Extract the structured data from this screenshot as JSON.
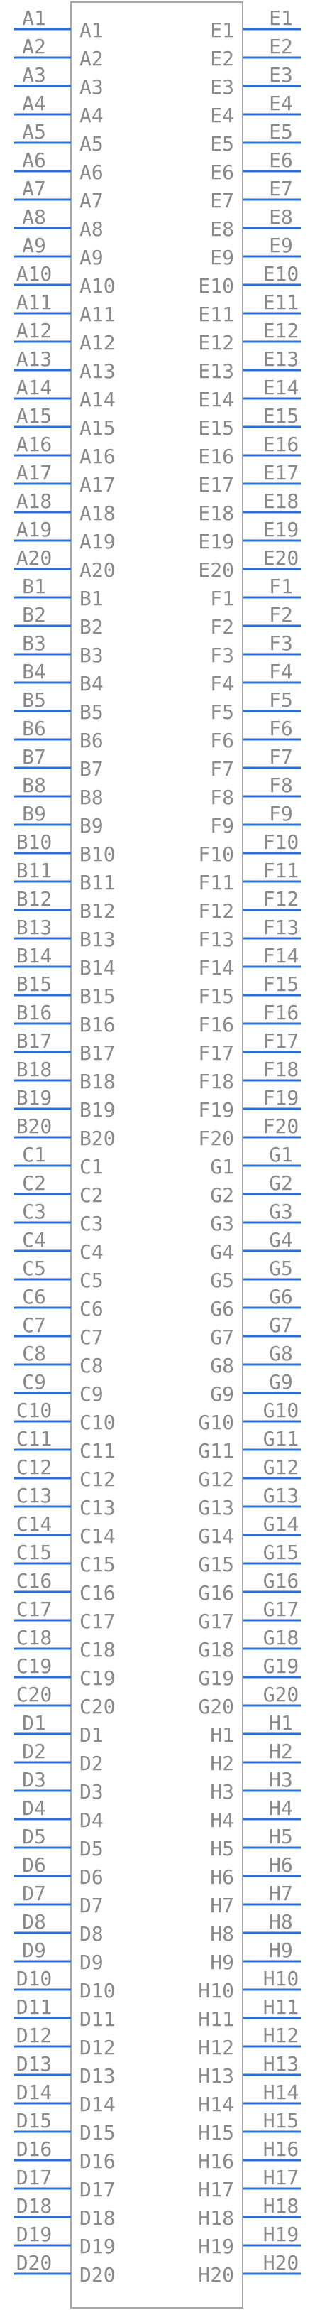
{
  "component": {
    "body_stroke_color": "#a8a8a8",
    "pin_line_color": "#2a6fdb",
    "label_color": "#8a8a8a",
    "left_pins": [
      "A1",
      "A2",
      "A3",
      "A4",
      "A5",
      "A6",
      "A7",
      "A8",
      "A9",
      "A10",
      "A11",
      "A12",
      "A13",
      "A14",
      "A15",
      "A16",
      "A17",
      "A18",
      "A19",
      "A20",
      "B1",
      "B2",
      "B3",
      "B4",
      "B5",
      "B6",
      "B7",
      "B8",
      "B9",
      "B10",
      "B11",
      "B12",
      "B13",
      "B14",
      "B15",
      "B16",
      "B17",
      "B18",
      "B19",
      "B20",
      "C1",
      "C2",
      "C3",
      "C4",
      "C5",
      "C6",
      "C7",
      "C8",
      "C9",
      "C10",
      "C11",
      "C12",
      "C13",
      "C14",
      "C15",
      "C16",
      "C17",
      "C18",
      "C19",
      "C20",
      "D1",
      "D2",
      "D3",
      "D4",
      "D5",
      "D6",
      "D7",
      "D8",
      "D9",
      "D10",
      "D11",
      "D12",
      "D13",
      "D14",
      "D15",
      "D16",
      "D17",
      "D18",
      "D19",
      "D20"
    ],
    "right_pins": [
      "E1",
      "E2",
      "E3",
      "E4",
      "E5",
      "E6",
      "E7",
      "E8",
      "E9",
      "E10",
      "E11",
      "E12",
      "E13",
      "E14",
      "E15",
      "E16",
      "E17",
      "E18",
      "E19",
      "E20",
      "F1",
      "F2",
      "F3",
      "F4",
      "F5",
      "F6",
      "F7",
      "F8",
      "F9",
      "F10",
      "F11",
      "F12",
      "F13",
      "F14",
      "F15",
      "F16",
      "F17",
      "F18",
      "F19",
      "F20",
      "G1",
      "G2",
      "G3",
      "G4",
      "G5",
      "G6",
      "G7",
      "G8",
      "G9",
      "G10",
      "G11",
      "G12",
      "G13",
      "G14",
      "G15",
      "G16",
      "G17",
      "G18",
      "G19",
      "G20",
      "H1",
      "H2",
      "H3",
      "H4",
      "H5",
      "H6",
      "H7",
      "H8",
      "H9",
      "H10",
      "H11",
      "H12",
      "H13",
      "H14",
      "H15",
      "H16",
      "H17",
      "H18",
      "H19",
      "H20"
    ]
  }
}
